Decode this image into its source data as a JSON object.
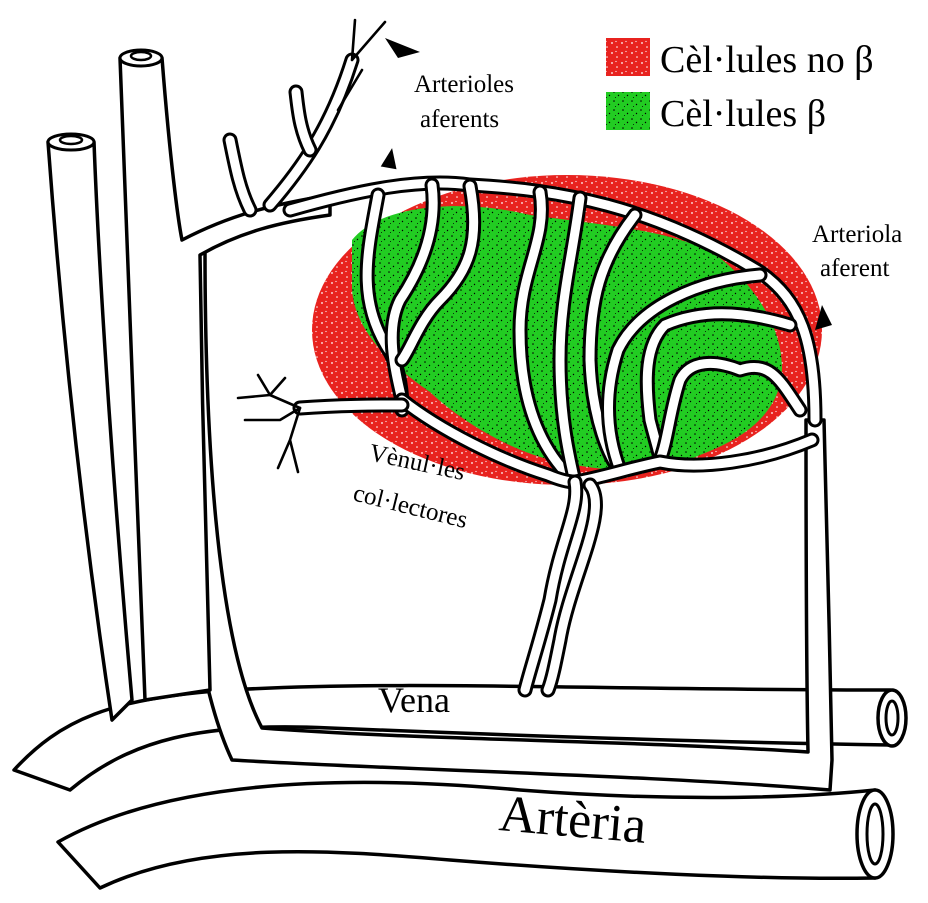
{
  "colors": {
    "non_beta": "#e8231f",
    "beta": "#22cc22",
    "outline": "#000000",
    "background": "#ffffff"
  },
  "legend": {
    "non_beta_label": "Cèl·lules no β",
    "beta_label": "Cèl·lules β"
  },
  "labels": {
    "arterioles_line1": "Arterioles",
    "arterioles_line2": "aferents",
    "arteriola_line1": "Arteriola",
    "arteriola_line2": "aferent",
    "venules_line1": "Vènul·les",
    "venules_line2": "col·lectores",
    "vena": "Vena",
    "arteria": "Artèria"
  }
}
